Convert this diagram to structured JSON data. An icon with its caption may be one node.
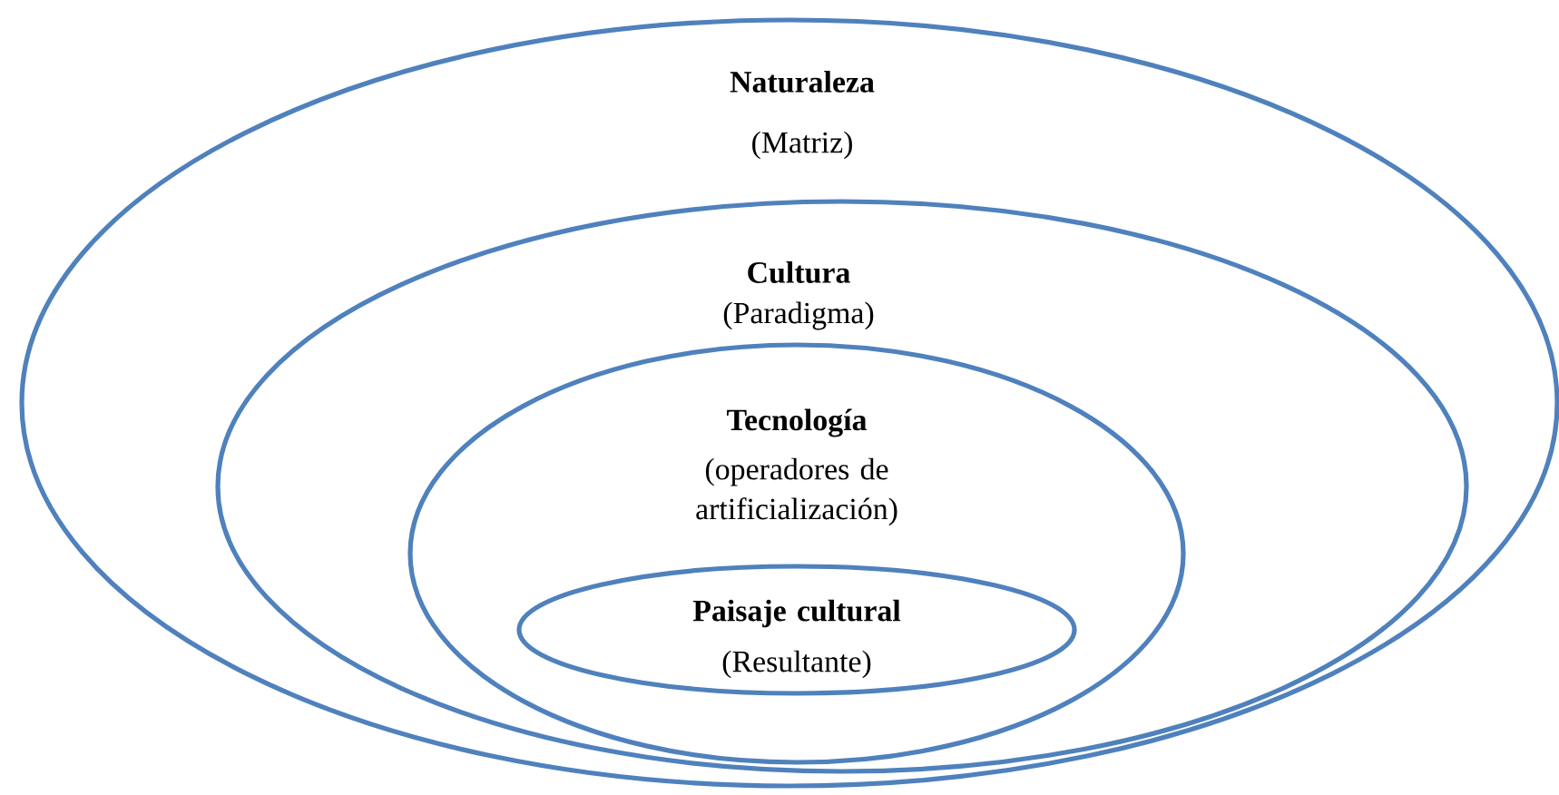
{
  "diagram": {
    "nodes": [
      {
        "text": [
          "Naturaleza",
          "(Matriz)"
        ]
      },
      {
        "text": [
          "Cultura",
          "(Paradigma)"
        ],
        "in": 0
      },
      {
        "text": [
          "Tecnología",
          "(operadores de artificialización)"
        ],
        "in": 1
      },
      {
        "text": [
          "Paisaje cultural",
          "(Resultante)"
        ],
        "in": 2
      }
    ]
  }
}
